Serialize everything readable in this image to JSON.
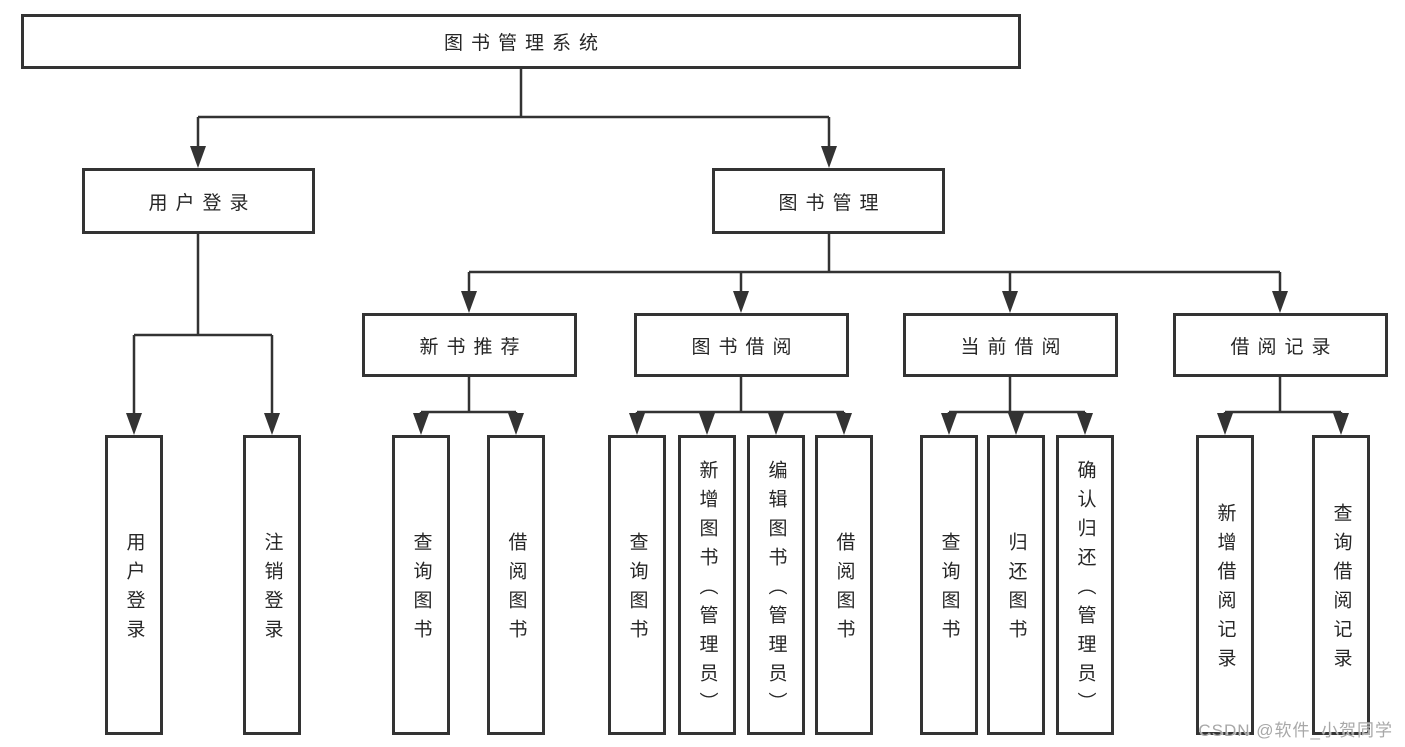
{
  "tree": {
    "label": "图书管理系统",
    "children": [
      {
        "label": "用户登录",
        "children": [
          {
            "label": "用户登录"
          },
          {
            "label": "注销登录"
          }
        ]
      },
      {
        "label": "图书管理",
        "children": [
          {
            "label": "新书推荐",
            "children": [
              {
                "label": "查询图书"
              },
              {
                "label": "借阅图书"
              }
            ]
          },
          {
            "label": "图书借阅",
            "children": [
              {
                "label": "查询图书"
              },
              {
                "label": "新增图书（管理员）"
              },
              {
                "label": "编辑图书（管理员）"
              },
              {
                "label": "借阅图书"
              }
            ]
          },
          {
            "label": "当前借阅",
            "children": [
              {
                "label": "查询图书"
              },
              {
                "label": "归还图书"
              },
              {
                "label": "确认归还（管理员）"
              }
            ]
          },
          {
            "label": "借阅记录",
            "children": [
              {
                "label": "新增借阅记录"
              },
              {
                "label": "查询借阅记录"
              }
            ]
          }
        ]
      }
    ]
  },
  "watermark": {
    "text": "CSDN @软件_小贺同学"
  },
  "style": {
    "line_color": "#333333",
    "box_border_color": "#333333",
    "box_fill": "#ffffff",
    "text_color": "#262626",
    "watermark_color": "#a8a8a8",
    "background": "#ffffff"
  }
}
